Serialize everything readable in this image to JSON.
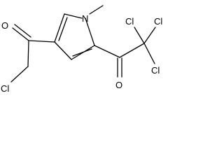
{
  "molecule": {
    "atoms": {
      "n1": "N",
      "o_left": "O",
      "o_right": "O",
      "cl_left": "Cl",
      "cl_top_left": "Cl",
      "cl_top_right": "Cl",
      "cl_bottom": "Cl"
    }
  }
}
